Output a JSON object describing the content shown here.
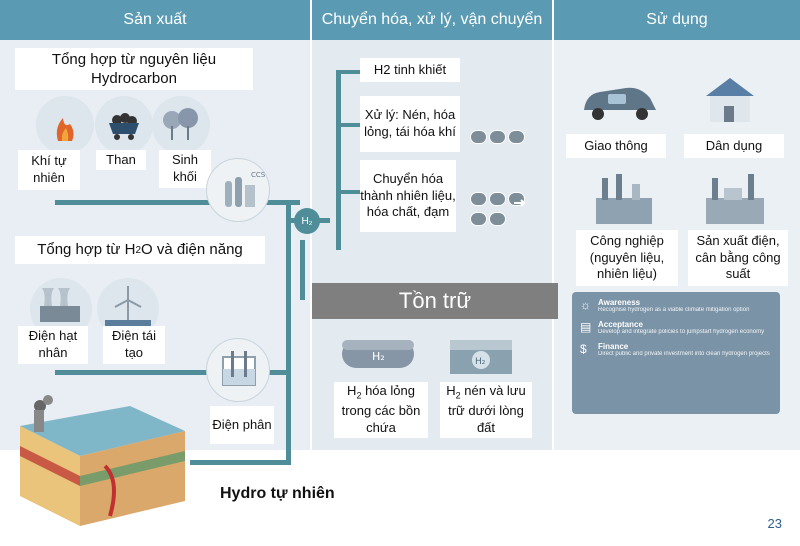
{
  "header": {
    "col1": "Sản xuất",
    "col2": "Chuyển hóa, xử lý, vận chuyển",
    "col3": "Sử dụng"
  },
  "production": {
    "hydrocarbon_title": "Tổng hợp từ nguyên liệu Hydrocarbon",
    "natural_gas": "Khí tự nhiên",
    "coal": "Than",
    "biomass": "Sinh khối",
    "h2o_title_pre": "Tổng hợp từ H",
    "h2o_title_sub": "2",
    "h2o_title_post": "O và điện năng",
    "nuclear": "Điện hạt nhân",
    "renewable": "Điện tái tạo",
    "electrolysis": "Điện phân",
    "natural_hydrogen": "Hydro tự nhiên"
  },
  "conversion": {
    "pure_h2": "H2 tinh khiết",
    "processing": "Xử lý: Nén, hóa lỏng, tái hóa khí",
    "fuel_conversion": "Chuyển hóa thành nhiên liệu, hóa chất, đạm",
    "hub_label": "H₂"
  },
  "storage": {
    "title": "Tồn trữ",
    "liquid_pre": "H",
    "liquid_sub": "2",
    "liquid_post": " hóa lỏng trong các bồn chứa",
    "underground_pre": "H",
    "underground_sub": "2",
    "underground_post": " nén và lưu trữ dưới lòng đất",
    "tank_label": "H₂",
    "cavern_label": "H₂"
  },
  "usage": {
    "transport": "Giao thông",
    "residential": "Dân dụng",
    "industry": "Công nghiệp (nguyên liệu, nhiên liệu)",
    "power": "Sản xuất điện, cân bằng công suất"
  },
  "policy": {
    "awareness_title": "Awareness",
    "awareness_text": "Recognise hydrogen as a viable climate mitigation option",
    "acceptance_title": "Acceptance",
    "acceptance_text": "Develop and integrate policies to jumpstart hydrogen economy",
    "finance_title": "Finance",
    "finance_text": "Direct public and private investment into clean hydrogen projects"
  },
  "page_number": "23",
  "colors": {
    "header": "#5a9bb3",
    "pipe": "#4f8e98",
    "panel": "#e8eef3",
    "storage_bar": "#7f7f7f",
    "policy_box": "#7b93a6"
  }
}
